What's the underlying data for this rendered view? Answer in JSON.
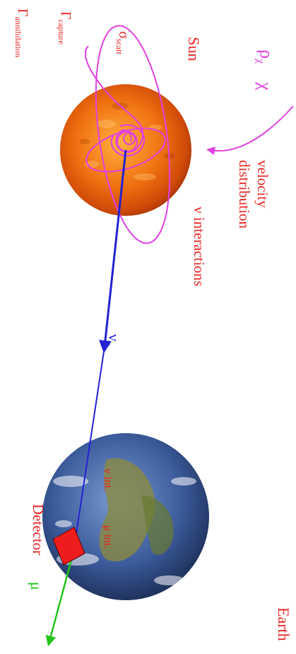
{
  "labels": {
    "rho_symbol": "ρ",
    "rho_sub": "χ",
    "chi": "χ",
    "sun": "Sun",
    "sigma_symbol": "σ",
    "sigma_sub": "scatt",
    "gamma_capture_symbol": "Γ",
    "gamma_capture_sub": "capture",
    "gamma_annihilation_symbol": "Γ",
    "gamma_annihilation_sub": "annihilation",
    "velocity": "velocity",
    "distribution": "distribution",
    "nu_interactions": "ν interactions",
    "nu_mu_symbol": "ν",
    "nu_mu_sub": "μ",
    "nu_int": "ν int.",
    "mu_int": "μ int.",
    "detector": "Detector",
    "mu": "μ",
    "earth": "Earth"
  },
  "colors": {
    "label_red": "#e8231f",
    "orbit_magenta": "#e040e0",
    "neutrino_blue": "#2323d0",
    "muon_green": "#22c41a",
    "detector_red": "#ee1c1c",
    "sun_orange": "#f07010",
    "earth_blue": "#3a5a9a"
  }
}
